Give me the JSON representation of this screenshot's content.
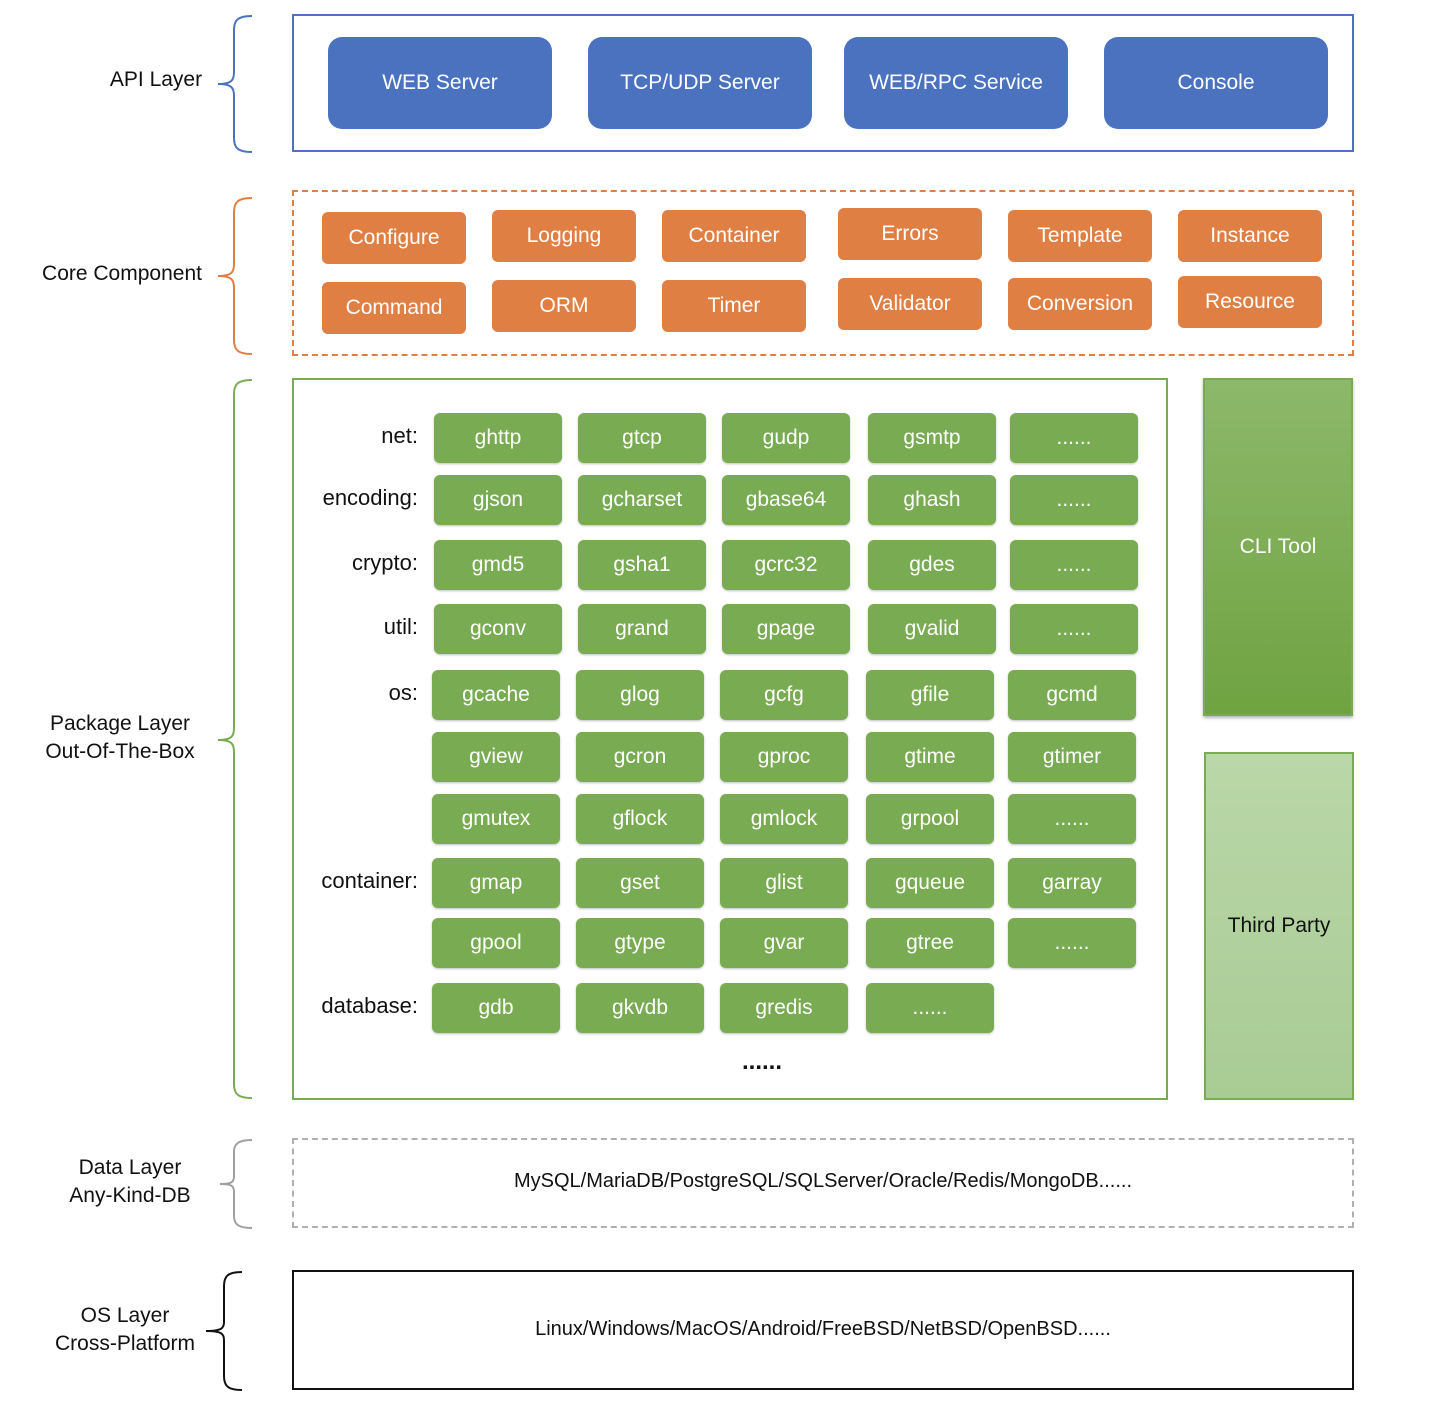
{
  "layers": {
    "api": {
      "label": "API Layer",
      "items": [
        "WEB Server",
        "TCP/UDP Server",
        "WEB/RPC Service",
        "Console"
      ]
    },
    "core": {
      "label": "Core Component",
      "row1": [
        "Configure",
        "Logging",
        "Container",
        "Errors",
        "Template",
        "Instance"
      ],
      "row2": [
        "Command",
        "ORM",
        "Timer",
        "Validator",
        "Conversion",
        "Resource"
      ]
    },
    "package": {
      "label_line1": "Package Layer",
      "label_line2": "Out-Of-The-Box",
      "rows": [
        {
          "label": "net:",
          "items": [
            "ghttp",
            "gtcp",
            "gudp",
            "gsmtp",
            "......"
          ]
        },
        {
          "label": "encoding:",
          "items": [
            "gjson",
            "gcharset",
            "gbase64",
            "ghash",
            "......"
          ]
        },
        {
          "label": "crypto:",
          "items": [
            "gmd5",
            "gsha1",
            "gcrc32",
            "gdes",
            "......"
          ]
        },
        {
          "label": "util:",
          "items": [
            "gconv",
            "grand",
            "gpage",
            "gvalid",
            "......"
          ]
        },
        {
          "label": "os:",
          "items": [
            "gcache",
            "glog",
            "gcfg",
            "gfile",
            "gcmd"
          ]
        },
        {
          "label": "",
          "items": [
            "gview",
            "gcron",
            "gproc",
            "gtime",
            "gtimer"
          ]
        },
        {
          "label": "",
          "items": [
            "gmutex",
            "gflock",
            "gmlock",
            "grpool",
            "......"
          ]
        },
        {
          "label": "container:",
          "items": [
            "gmap",
            "gset",
            "glist",
            "gqueue",
            "garray"
          ]
        },
        {
          "label": "",
          "items": [
            "gpool",
            "gtype",
            "gvar",
            "gtree",
            "......"
          ]
        },
        {
          "label": "database:",
          "items": [
            "gdb",
            "gkvdb",
            "gredis",
            "......"
          ]
        }
      ],
      "more": "......",
      "cli_tool": "CLI Tool",
      "third_party": "Third Party"
    },
    "data": {
      "label_line1": "Data Layer",
      "label_line2": "Any-Kind-DB",
      "text": "MySQL/MariaDB/PostgreSQL/SQLServer/Oracle/Redis/MongoDB......"
    },
    "os": {
      "label_line1": "OS Layer",
      "label_line2": "Cross-Platform",
      "text": "Linux/Windows/MacOS/Android/FreeBSD/NetBSD/OpenBSD......"
    }
  },
  "colors": {
    "api": "#4a72bf",
    "core": "#e07f43",
    "package": "#79ab52",
    "data_border": "#b0b0b0",
    "os_border": "#111111"
  }
}
